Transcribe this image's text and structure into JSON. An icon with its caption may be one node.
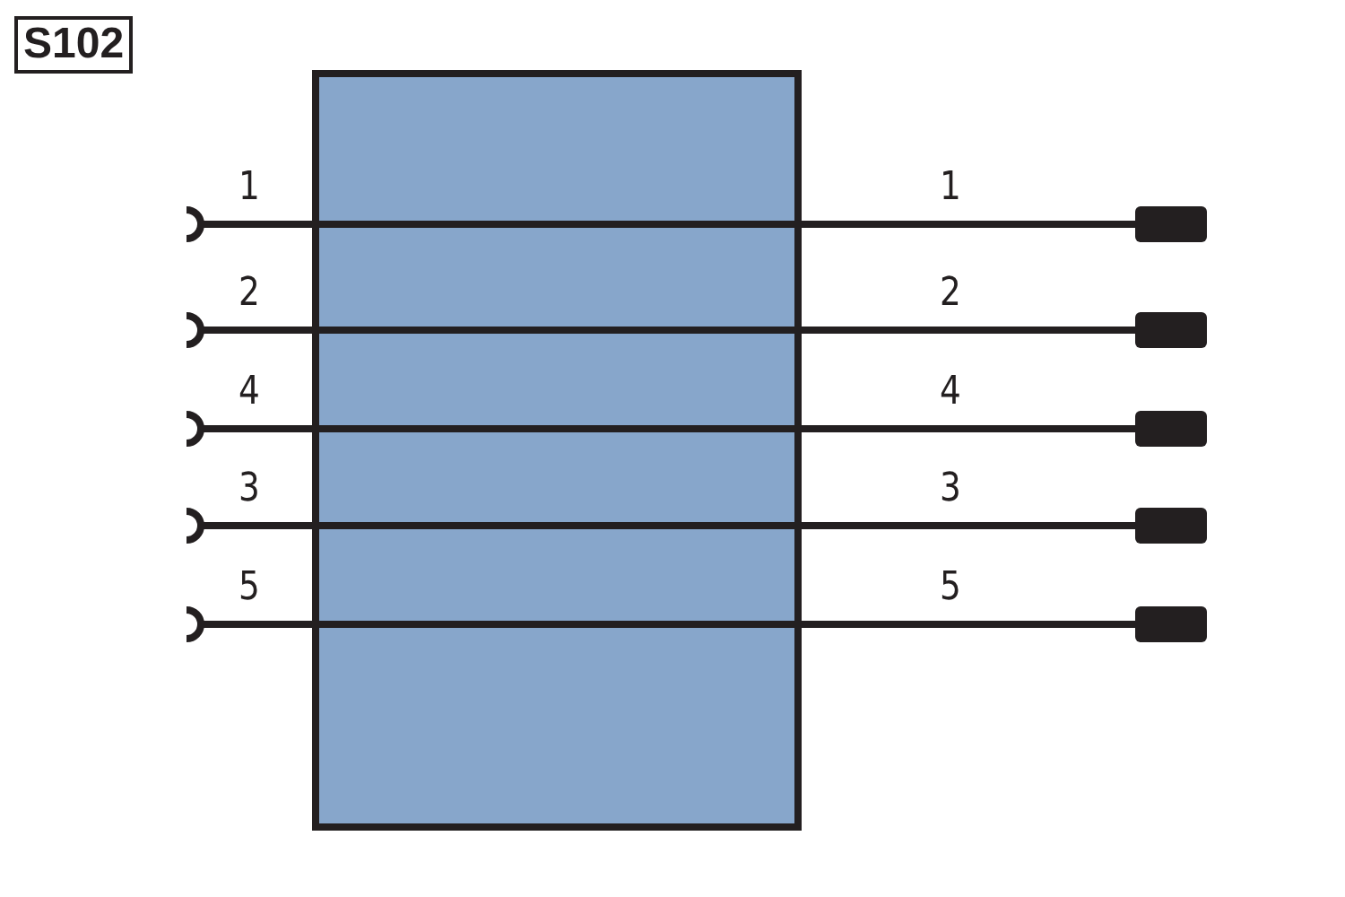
{
  "diagram": {
    "title": "S102",
    "nodes": [
      {
        "text": [],
        "shape": "box"
      },
      {
        "text": [],
        "shape": "socket"
      },
      {
        "text": [],
        "shape": "socket"
      },
      {
        "text": [],
        "shape": "socket"
      },
      {
        "text": [],
        "shape": "socket"
      },
      {
        "text": [],
        "shape": "socket"
      },
      {
        "text": [],
        "shape": "bar"
      },
      {
        "text": [],
        "shape": "bar"
      },
      {
        "text": [],
        "shape": "bar"
      },
      {
        "text": [],
        "shape": "bar"
      },
      {
        "text": [],
        "shape": "bar"
      }
    ],
    "edges": [
      {
        "from": 1,
        "to": 0,
        "arrow": "none"
      },
      {
        "from": 0,
        "to": 6,
        "arrow": "none"
      },
      {
        "from": 2,
        "to": 0,
        "arrow": "none"
      },
      {
        "from": 0,
        "to": 7,
        "arrow": "none"
      },
      {
        "from": 3,
        "to": 0,
        "arrow": "none"
      },
      {
        "from": 0,
        "to": 8,
        "arrow": "none"
      },
      {
        "from": 4,
        "to": 0,
        "arrow": "none"
      },
      {
        "from": 0,
        "to": 9,
        "arrow": "none"
      },
      {
        "from": 5,
        "to": 0,
        "arrow": "none"
      },
      {
        "from": 0,
        "to": 10,
        "arrow": "none"
      }
    ],
    "labels": [
      "1",
      "1",
      "2",
      "2",
      "4",
      "4",
      "3",
      "3",
      "5",
      "5"
    ]
  }
}
